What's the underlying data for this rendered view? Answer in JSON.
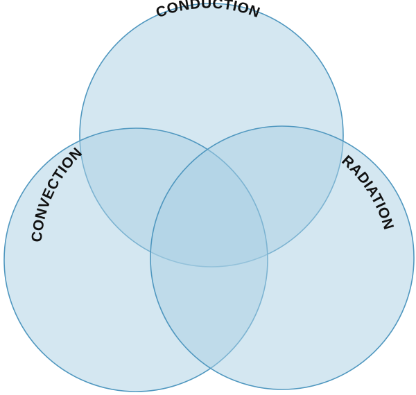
{
  "diagram": {
    "type": "venn",
    "colors": {
      "fill": "#a9d0e3",
      "stroke": "#4f97bf",
      "label": "#111111",
      "background": "#ffffff"
    },
    "sets": [
      {
        "id": "conduction",
        "label": "CONDUCTION"
      },
      {
        "id": "convection",
        "label": "CONVECTION"
      },
      {
        "id": "radiation",
        "label": "RADIATION"
      }
    ]
  }
}
